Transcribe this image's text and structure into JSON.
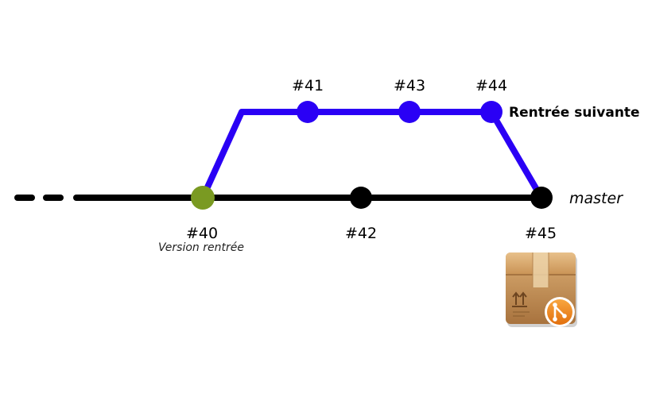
{
  "colors": {
    "master_line": "#000000",
    "feature_line": "#2a00f5",
    "tagged_commit": "#7a9a22",
    "package_box": "#c8955a",
    "git_badge": "#f08b1e"
  },
  "branches": {
    "feature_label": "Rentrée suivante",
    "master_label": "master"
  },
  "commits": {
    "c40": {
      "label": "#40",
      "note": "Version rentrée"
    },
    "c41": {
      "label": "#41"
    },
    "c42": {
      "label": "#42"
    },
    "c43": {
      "label": "#43"
    },
    "c44": {
      "label": "#44"
    },
    "c45": {
      "label": "#45"
    }
  },
  "icons": {
    "release_package": "package-box-icon",
    "git_badge": "git-logo-icon"
  }
}
